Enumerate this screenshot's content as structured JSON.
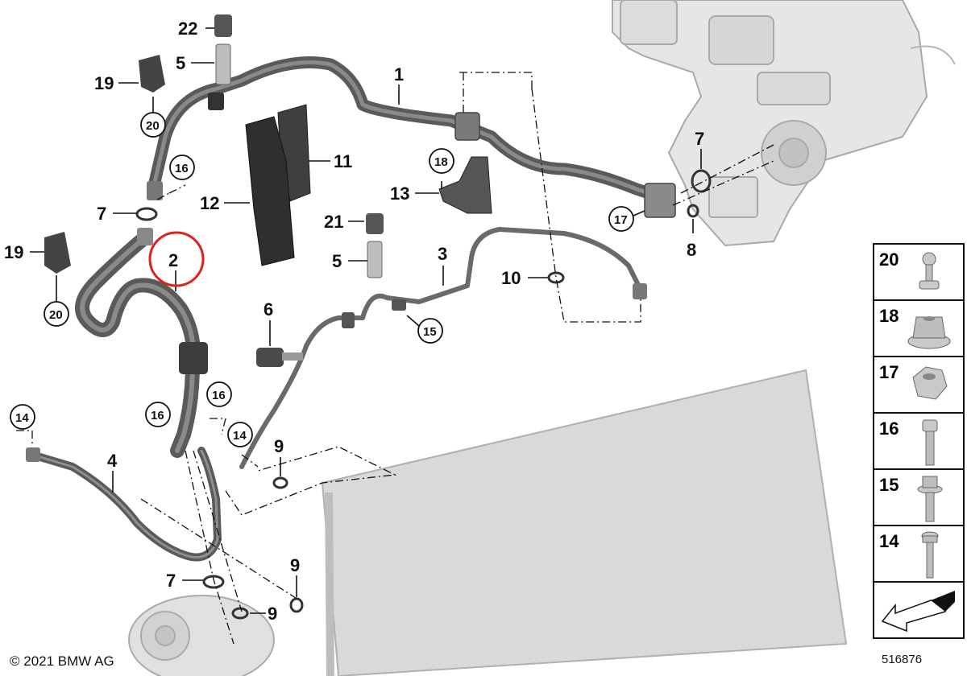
{
  "footer": {
    "copyright": "© 2021 BMW AG",
    "diagram_id": "516876"
  },
  "highlight_color": "#e0201b",
  "callouts": {
    "c1": "1",
    "c2": "2",
    "c3": "3",
    "c4": "4",
    "c5a": "5",
    "c5b": "5",
    "c6": "6",
    "c7a": "7",
    "c7b": "7",
    "c7c": "7",
    "c8": "8",
    "c9a": "9",
    "c9b": "9",
    "c9c": "9",
    "c10": "10",
    "c11": "11",
    "c12": "12",
    "c13": "13",
    "c19a": "19",
    "c19b": "19",
    "c21": "21",
    "c22": "22"
  },
  "circled_callouts": {
    "k14a": "14",
    "k14b": "14",
    "k15": "15",
    "k16a": "16",
    "k16b": "16",
    "k16c": "16",
    "k17": "17",
    "k18": "18",
    "k20a": "20",
    "k20b": "20"
  },
  "legend": [
    {
      "number": "20",
      "icon": "ball-stud-icon"
    },
    {
      "number": "18",
      "icon": "flange-nut-icon"
    },
    {
      "number": "17",
      "icon": "hex-nut-icon"
    },
    {
      "number": "16",
      "icon": "hex-socket-bolt-icon"
    },
    {
      "number": "15",
      "icon": "hex-flange-bolt-icon"
    },
    {
      "number": "14",
      "icon": "torx-screw-icon"
    }
  ]
}
